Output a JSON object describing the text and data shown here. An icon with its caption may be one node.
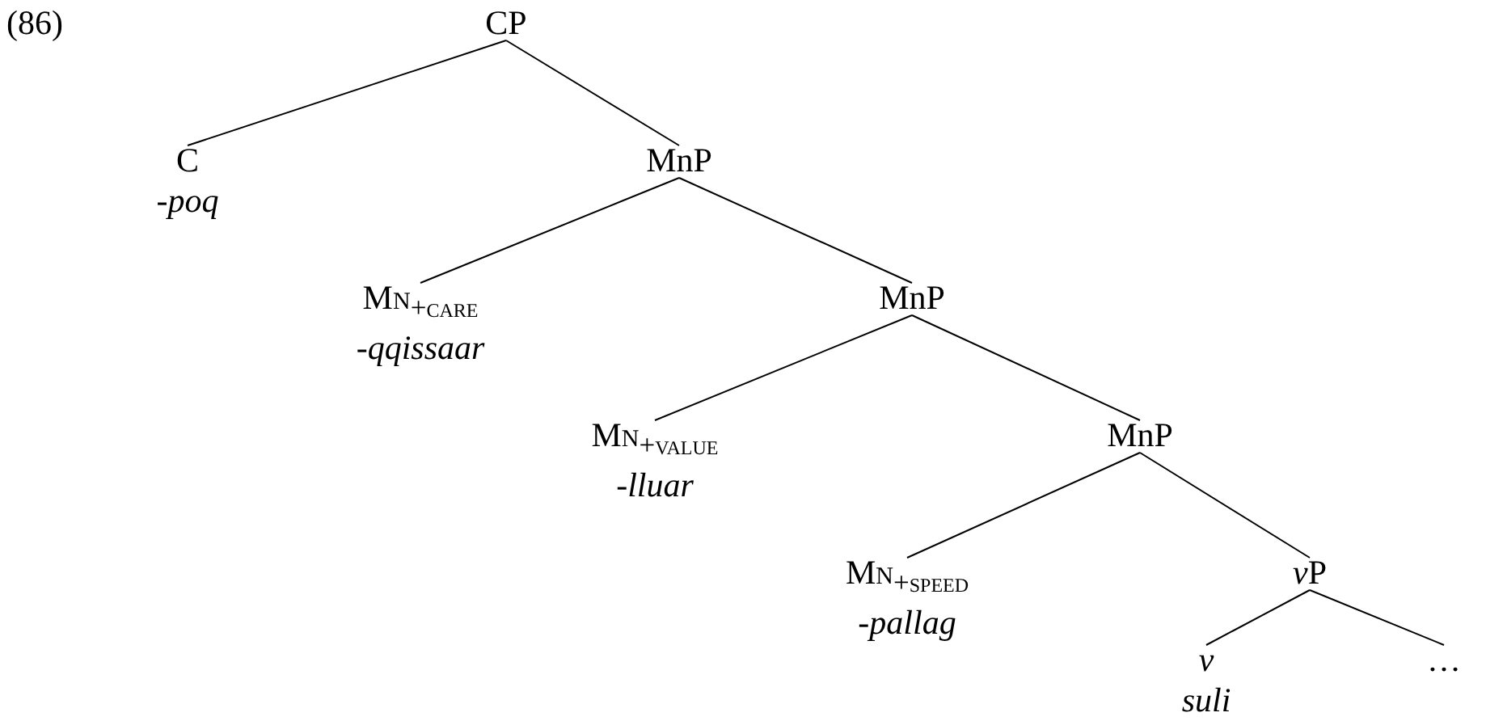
{
  "diagram": {
    "nodes": [
      {
        "text": [
          "CP"
        ]
      },
      {
        "text": [
          "C",
          "-*poq*"
        ]
      },
      {
        "text": [
          "MnP"
        ]
      },
      {
        "text": [
          "Mn$_{+care}$",
          "-*qqissaar*"
        ]
      },
      {
        "text": [
          "MnP"
        ]
      },
      {
        "text": [
          "Mn$_{+value}$",
          "-*lluar*"
        ]
      },
      {
        "text": [
          "MnP"
        ]
      },
      {
        "text": [
          "Mn$_{+speed}$",
          "-*pallag*"
        ]
      },
      {
        "text": [
          "vP"
        ]
      },
      {
        "text": [
          "v",
          "suli"
        ]
      },
      {
        "text": [
          "…"
        ]
      }
    ],
    "edges": [
      {
        "from": 0,
        "to": 1,
        "arrow": "none"
      },
      {
        "from": 0,
        "to": 2,
        "arrow": "none"
      },
      {
        "from": 2,
        "to": 3,
        "arrow": "none"
      },
      {
        "from": 2,
        "to": 4,
        "arrow": "none"
      },
      {
        "from": 4,
        "to": 5,
        "arrow": "none"
      },
      {
        "from": 4,
        "to": 6,
        "arrow": "none"
      },
      {
        "from": 6,
        "to": 7,
        "arrow": "none"
      },
      {
        "from": 6,
        "to": 8,
        "arrow": "none"
      },
      {
        "from": 8,
        "to": 9,
        "arrow": "none"
      },
      {
        "from": 8,
        "to": 10,
        "arrow": "none"
      }
    ],
    "labels": [
      "(86)"
    ]
  }
}
